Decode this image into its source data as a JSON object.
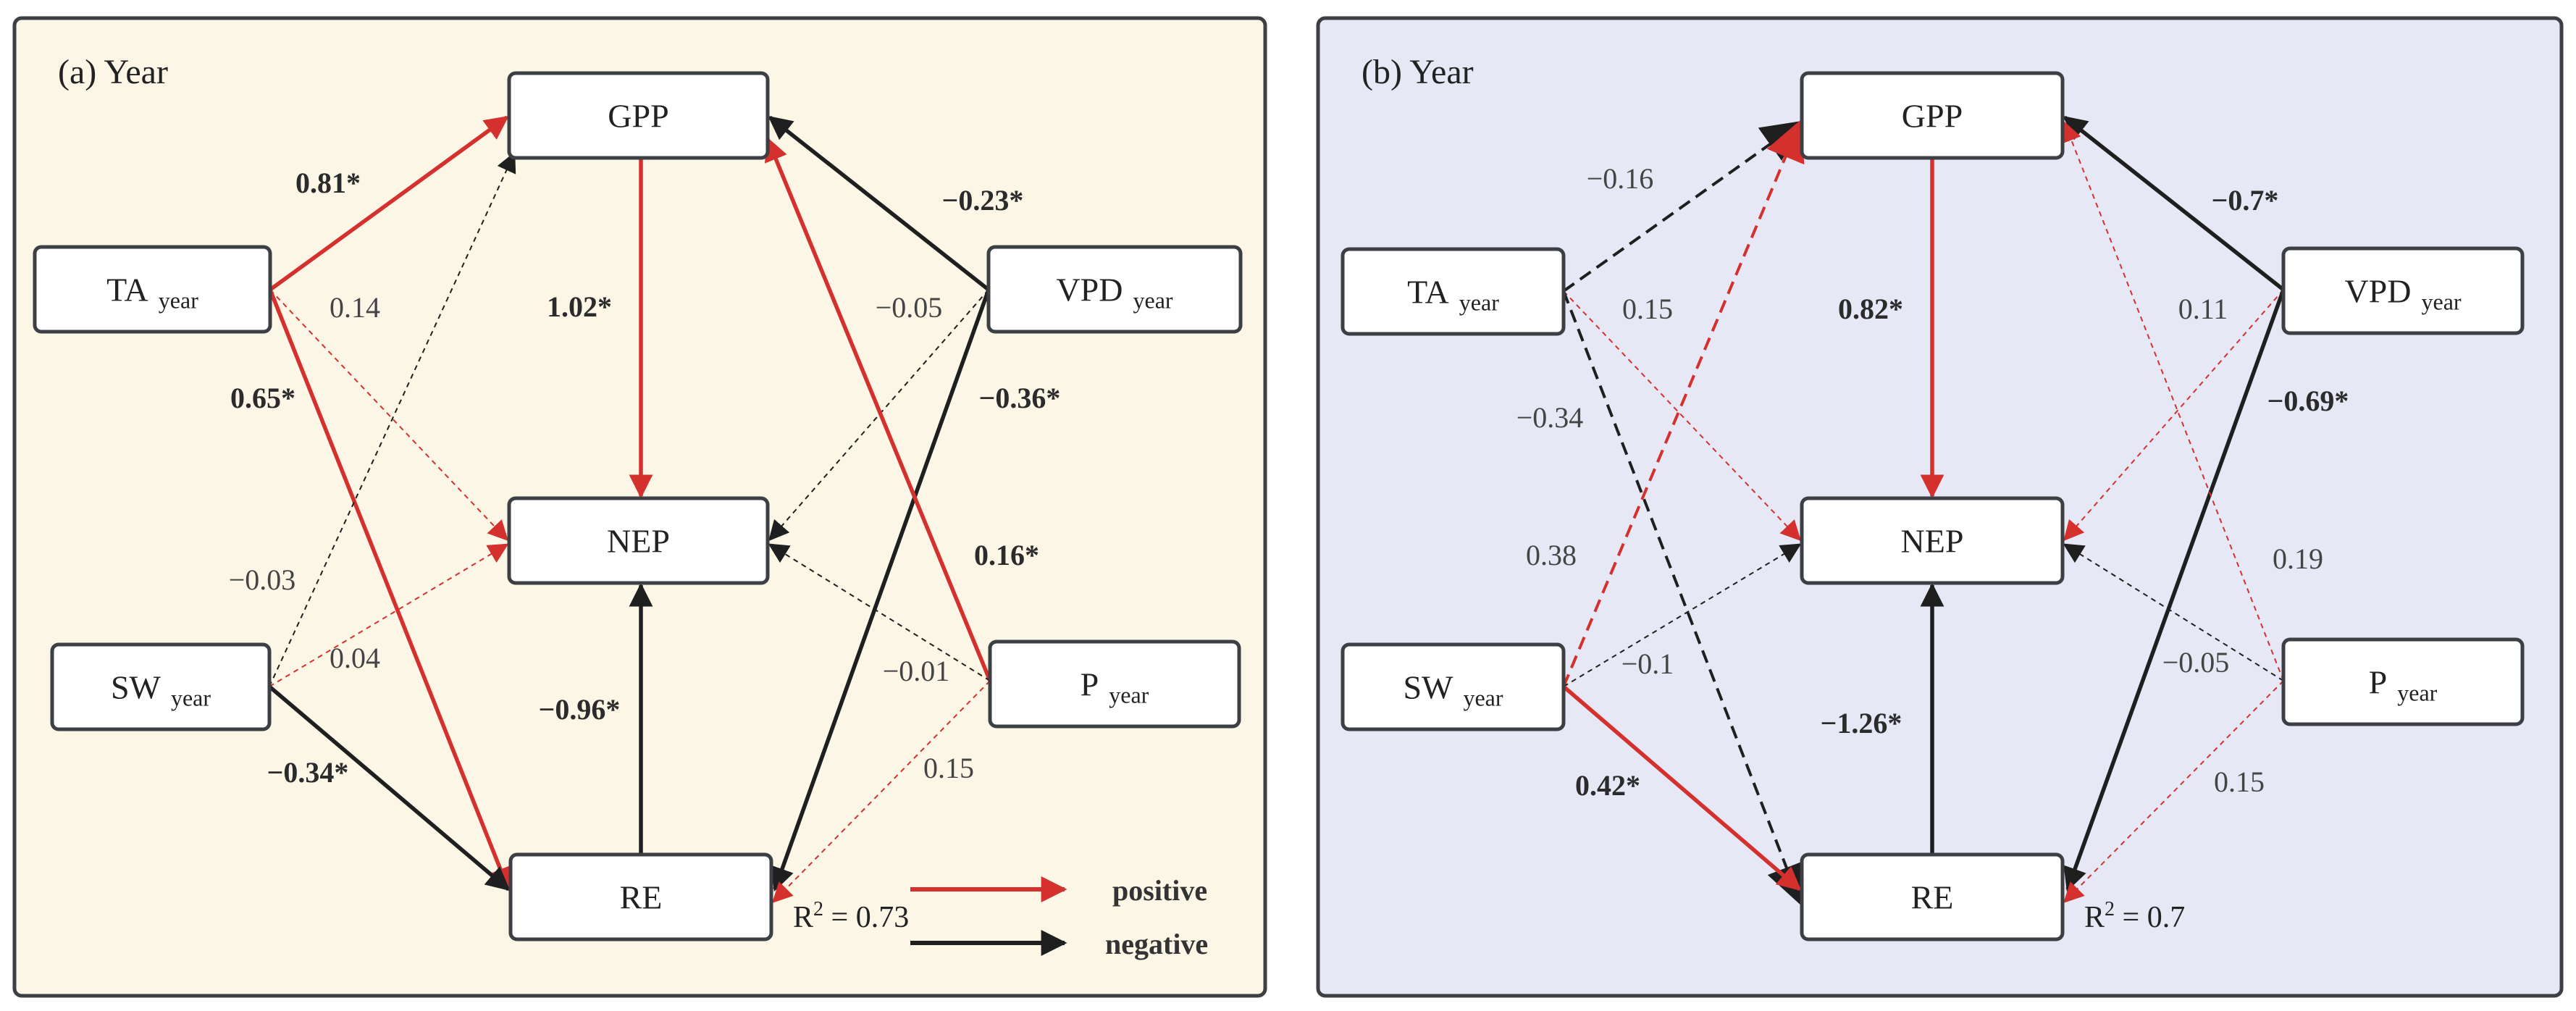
{
  "panels": [
    {
      "id": "a",
      "title": "(a) Year",
      "background": "#fbf6e6",
      "nodes": {
        "ta": {
          "label": "TA",
          "sub": "year"
        },
        "sw": {
          "label": "SW",
          "sub": "year"
        },
        "vpd": {
          "label": "VPD",
          "sub": "year"
        },
        "p": {
          "label": "P",
          "sub": "year"
        },
        "gpp": {
          "label": "GPP"
        },
        "nep": {
          "label": "NEP"
        },
        "re": {
          "label": "RE"
        }
      },
      "r2": "0.73",
      "edges": [
        {
          "from": "ta",
          "to": "gpp",
          "value": "0.81*",
          "sign": "positive",
          "significant": true
        },
        {
          "from": "ta",
          "to": "nep",
          "value": "0.14",
          "sign": "positive",
          "significant": false
        },
        {
          "from": "ta",
          "to": "re",
          "value": "0.65*",
          "sign": "positive",
          "significant": true
        },
        {
          "from": "sw",
          "to": "gpp",
          "value": "−0.03",
          "sign": "negative",
          "significant": false
        },
        {
          "from": "sw",
          "to": "nep",
          "value": "0.04",
          "sign": "positive",
          "significant": false
        },
        {
          "from": "sw",
          "to": "re",
          "value": "−0.34*",
          "sign": "negative",
          "significant": true
        },
        {
          "from": "vpd",
          "to": "gpp",
          "value": "−0.23*",
          "sign": "negative",
          "significant": true
        },
        {
          "from": "vpd",
          "to": "nep",
          "value": "−0.05",
          "sign": "negative",
          "significant": false
        },
        {
          "from": "vpd",
          "to": "re",
          "value": "−0.36*",
          "sign": "negative",
          "significant": true
        },
        {
          "from": "p",
          "to": "gpp",
          "value": "0.16*",
          "sign": "positive",
          "significant": true
        },
        {
          "from": "p",
          "to": "nep",
          "value": "−0.01",
          "sign": "negative",
          "significant": false
        },
        {
          "from": "p",
          "to": "re",
          "value": "0.15",
          "sign": "positive",
          "significant": false
        },
        {
          "from": "gpp",
          "to": "nep",
          "value": "1.02*",
          "sign": "positive",
          "significant": true
        },
        {
          "from": "re",
          "to": "nep",
          "value": "−0.96*",
          "sign": "negative",
          "significant": true
        }
      ],
      "legend": {
        "positive": "positive",
        "negative": "negative"
      }
    },
    {
      "id": "b",
      "title": "(b) Year",
      "background": "#e7e8f6",
      "nodes": {
        "ta": {
          "label": "TA",
          "sub": "year"
        },
        "sw": {
          "label": "SW",
          "sub": "year"
        },
        "vpd": {
          "label": "VPD",
          "sub": "year"
        },
        "p": {
          "label": "P",
          "sub": "year"
        },
        "gpp": {
          "label": "GPP"
        },
        "nep": {
          "label": "NEP"
        },
        "re": {
          "label": "RE"
        }
      },
      "r2": "0.7",
      "edges": [
        {
          "from": "ta",
          "to": "gpp",
          "value": "−0.16",
          "sign": "negative",
          "significant": false
        },
        {
          "from": "ta",
          "to": "nep",
          "value": "0.15",
          "sign": "positive",
          "significant": false
        },
        {
          "from": "ta",
          "to": "re",
          "value": "−0.34",
          "sign": "negative",
          "significant": false
        },
        {
          "from": "sw",
          "to": "gpp",
          "value": "0.38",
          "sign": "positive",
          "significant": false
        },
        {
          "from": "sw",
          "to": "nep",
          "value": "−0.1",
          "sign": "negative",
          "significant": false
        },
        {
          "from": "sw",
          "to": "re",
          "value": "0.42*",
          "sign": "positive",
          "significant": true
        },
        {
          "from": "vpd",
          "to": "gpp",
          "value": "−0.7*",
          "sign": "negative",
          "significant": true
        },
        {
          "from": "vpd",
          "to": "nep",
          "value": "0.11",
          "sign": "positive",
          "significant": false
        },
        {
          "from": "vpd",
          "to": "re",
          "value": "−0.69*",
          "sign": "negative",
          "significant": true
        },
        {
          "from": "p",
          "to": "gpp",
          "value": "0.19",
          "sign": "positive",
          "significant": false
        },
        {
          "from": "p",
          "to": "nep",
          "value": "−0.05",
          "sign": "negative",
          "significant": false
        },
        {
          "from": "p",
          "to": "re",
          "value": "0.15",
          "sign": "positive",
          "significant": false
        },
        {
          "from": "gpp",
          "to": "nep",
          "value": "0.82*",
          "sign": "positive",
          "significant": true
        },
        {
          "from": "re",
          "to": "nep",
          "value": "−1.26*",
          "sign": "negative",
          "significant": true
        }
      ]
    }
  ],
  "colors": {
    "positive": "#d4312e",
    "negative": "#1f1f1f",
    "frame": "#3c3f44",
    "text": "#333333"
  }
}
